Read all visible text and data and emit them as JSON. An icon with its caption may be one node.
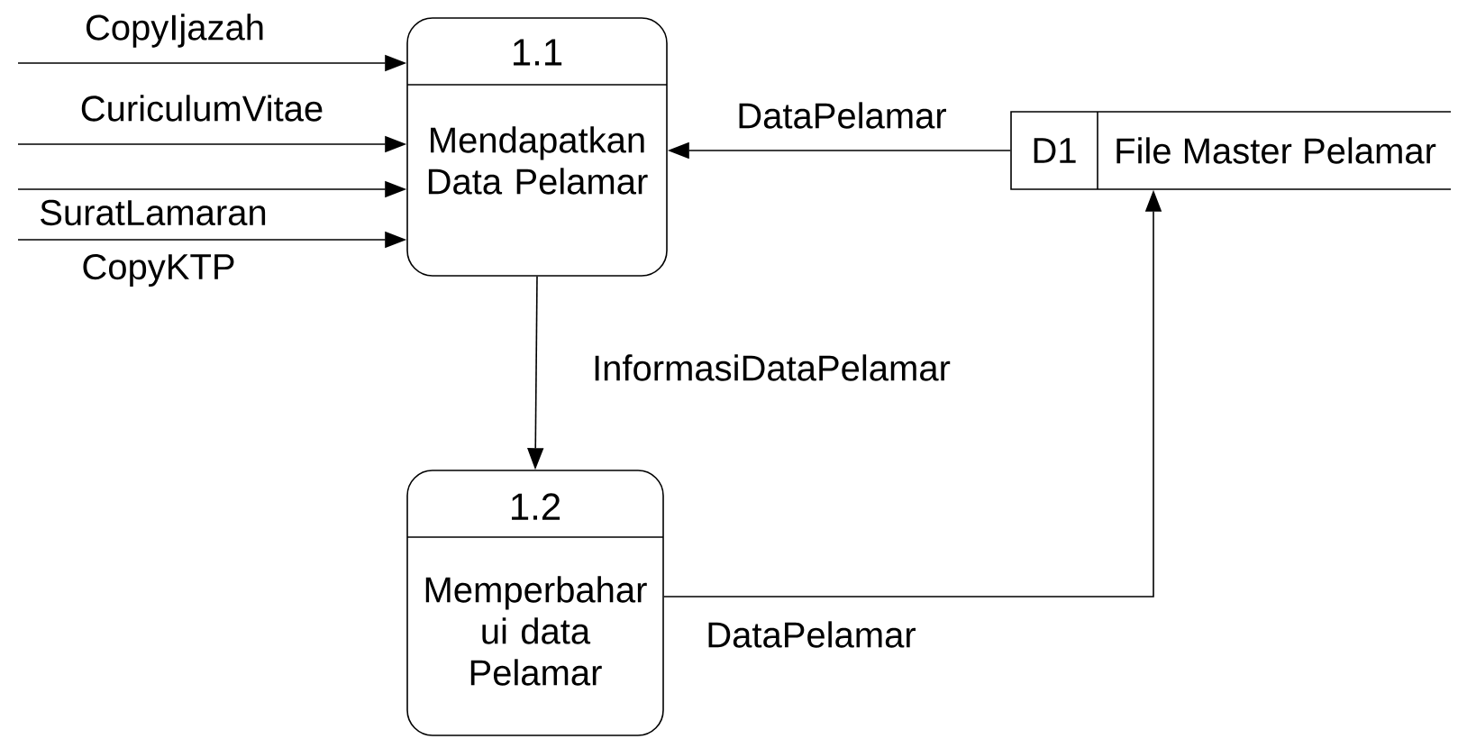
{
  "diagram": {
    "nodes": [
      {
        "text": [
          "1.1",
          "Mendapatkan Data Pelamar"
        ]
      },
      {
        "text": [
          "1.2",
          "Memperbahar ui data Pelamar"
        ]
      },
      {
        "text": [
          "D1",
          "File Master Pelamar"
        ]
      }
    ],
    "edges": [
      {
        "from": null,
        "to": 0,
        "arrow": "to",
        "label": "CopyIjazah"
      },
      {
        "from": null,
        "to": 0,
        "arrow": "to",
        "label": "CuriculumVitae"
      },
      {
        "from": null,
        "to": 0,
        "arrow": "to",
        "label": "SuratLamaran"
      },
      {
        "from": null,
        "to": 0,
        "arrow": "to",
        "label": "CopyKTP"
      },
      {
        "from": 2,
        "to": 0,
        "arrow": "to",
        "label": "DataPelamar"
      },
      {
        "from": 0,
        "to": 1,
        "arrow": "to",
        "label": "InformasiDataPelamar"
      },
      {
        "from": 1,
        "to": 2,
        "arrow": "to",
        "label": "DataPelamar"
      }
    ]
  }
}
